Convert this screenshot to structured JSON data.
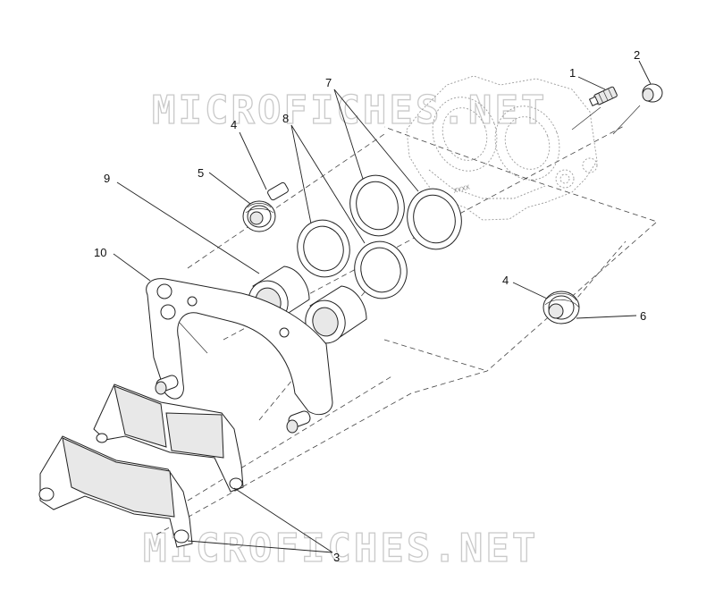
{
  "watermark": {
    "top": "MICROFICHES.NET",
    "bottom": "MICROFICHES.NET"
  },
  "callouts": [
    {
      "id": "1",
      "label": "1"
    },
    {
      "id": "2",
      "label": "2"
    },
    {
      "id": "3",
      "label": "3"
    },
    {
      "id": "4a",
      "label": "4"
    },
    {
      "id": "4b",
      "label": "4"
    },
    {
      "id": "5",
      "label": "5"
    },
    {
      "id": "6",
      "label": "6"
    },
    {
      "id": "7",
      "label": "7"
    },
    {
      "id": "8",
      "label": "8"
    },
    {
      "id": "9",
      "label": "9"
    },
    {
      "id": "10",
      "label": "10"
    }
  ],
  "caliper_marking": "XYXX"
}
